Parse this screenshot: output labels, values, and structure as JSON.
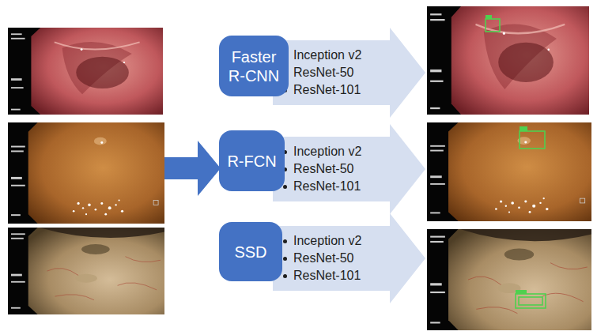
{
  "diagram": {
    "nodes": [
      {
        "text": [
          "Faster R-CNN"
        ]
      },
      {
        "text": [
          "Inception v2",
          "ResNet-50",
          "ResNet-101"
        ]
      },
      {
        "text": [
          "R-FCN"
        ]
      },
      {
        "text": [
          "Inception v2",
          "ResNet-50",
          "ResNet-101"
        ]
      },
      {
        "text": [
          "SSD"
        ]
      },
      {
        "text": [
          "Inception v2",
          "ResNet-50",
          "ResNet-101"
        ]
      }
    ]
  }
}
